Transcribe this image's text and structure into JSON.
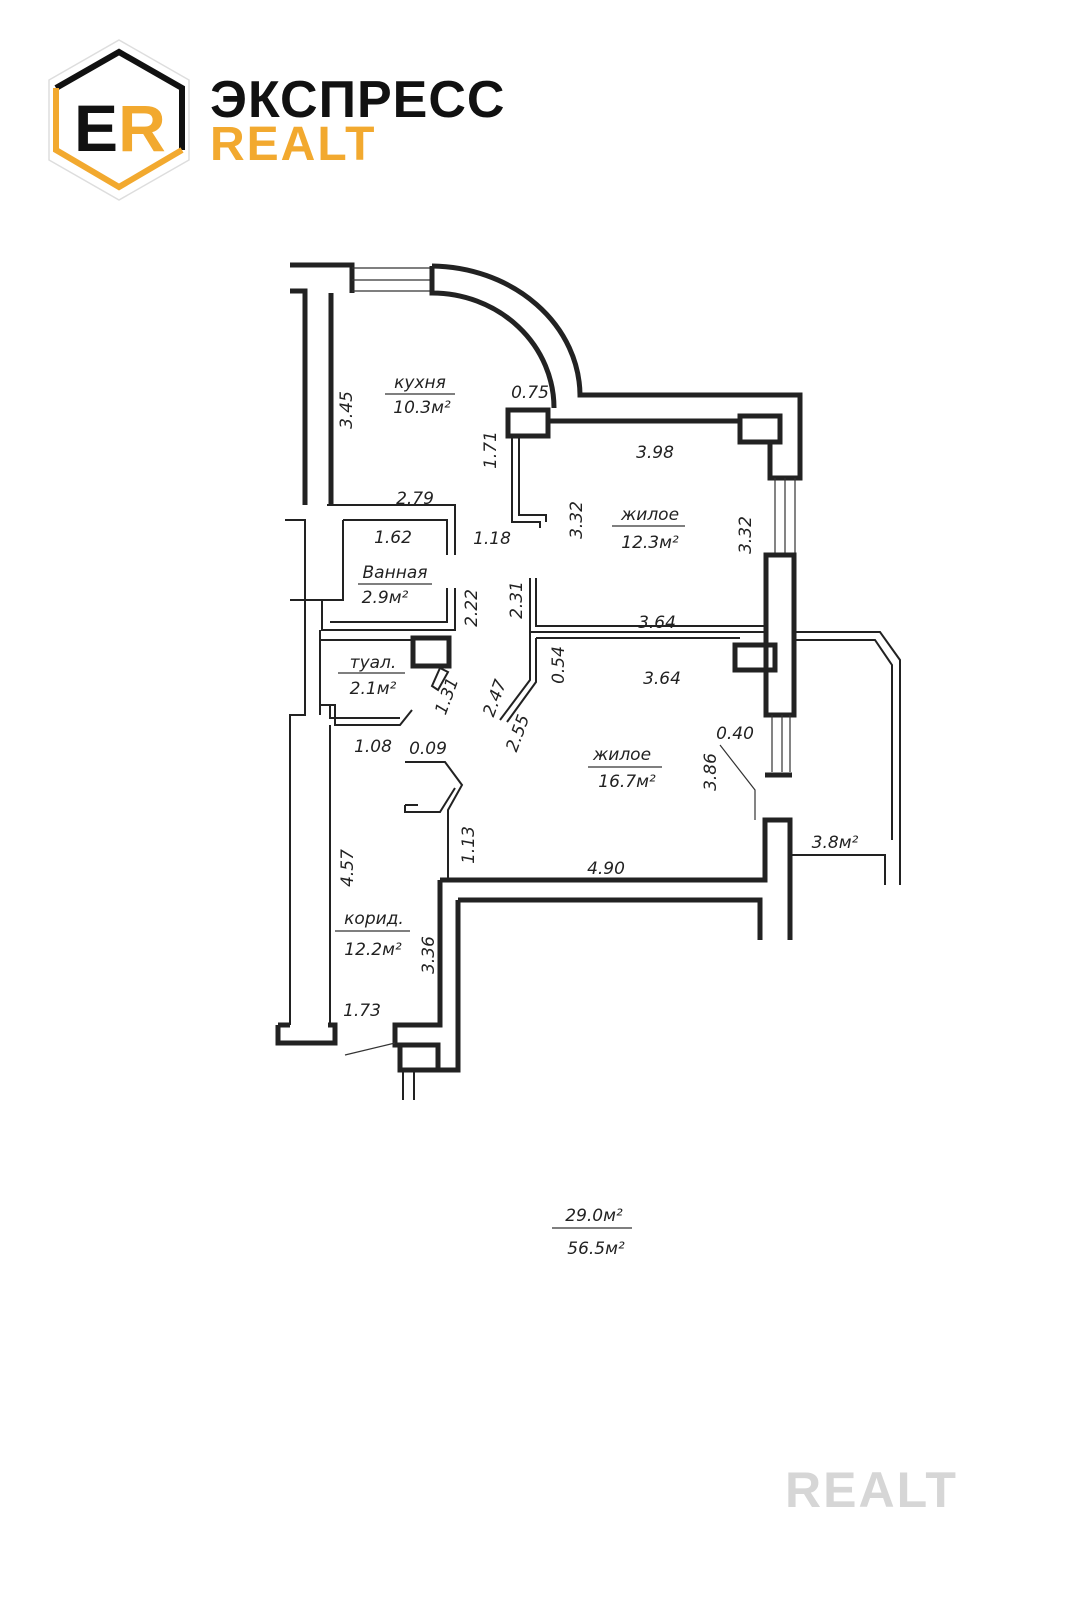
{
  "logo": {
    "emblem": "ER",
    "line1": "ЭКСПРЕСС",
    "line2": "REALT",
    "accent_color": "#f2a92f"
  },
  "rooms": [
    {
      "name": "кухня",
      "area": "10.3м²"
    },
    {
      "name": "жилое",
      "area": "12.3м²"
    },
    {
      "name": "Ванная",
      "area": "2.9м²"
    },
    {
      "name": "туал.",
      "area": "2.1м²"
    },
    {
      "name": "жилое",
      "area": "16.7м²"
    },
    {
      "name": "корид.",
      "area": "12.2м²"
    },
    {
      "name": "",
      "area": "3.8м²"
    }
  ],
  "dimensions": [
    "3.45",
    "0.75",
    "1.71",
    "3.98",
    "2.79",
    "1.62",
    "1.18",
    "3.32",
    "3.32",
    "2.22",
    "2.31",
    "3.64",
    "0.54",
    "3.64",
    "1.31",
    "2.47",
    "2.55",
    "0.40",
    "1.08",
    "0.09",
    "3.86",
    "1.13",
    "4.90",
    "4.57",
    "3.36",
    "1.73"
  ],
  "totals": {
    "living_area": "29.0м²",
    "total_area": "56.5м²"
  },
  "watermark": "REALT"
}
